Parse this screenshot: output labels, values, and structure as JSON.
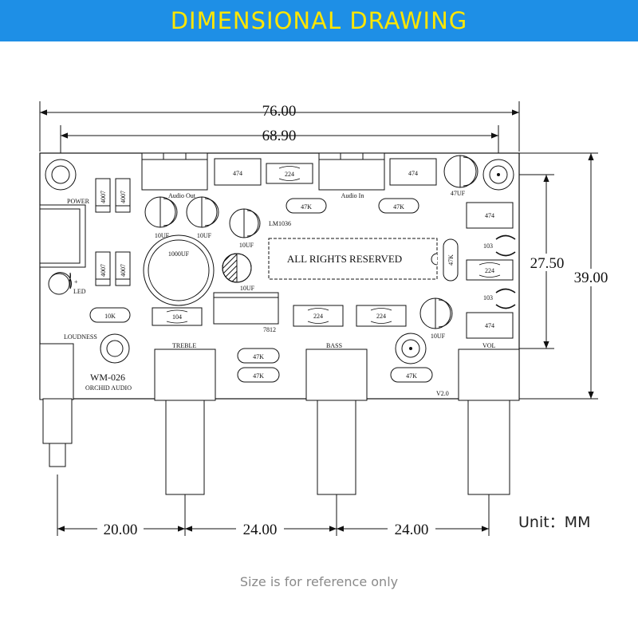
{
  "header": {
    "title": "DIMENSIONAL DRAWING",
    "background": "#1e8fe6",
    "title_color": "#ffe600"
  },
  "dimensions": {
    "overall_width": "76.00",
    "hole_spacing": "68.90",
    "vertical_hole_spacing": "27.50",
    "overall_height": "39.00",
    "pot_spacing_1": "20.00",
    "pot_spacing_2": "24.00",
    "pot_spacing_3": "24.00"
  },
  "board": {
    "power": "POWER",
    "led": "LED",
    "led_plus": "+",
    "audio_out": "Audio Out",
    "audio_in": "Audio In",
    "lm1036": "LM1036",
    "reserved": "ALL RIGHTS RESERVED",
    "loudness": "LOUDNESS",
    "treble": "TREBLE",
    "bass": "BASS",
    "vol": "VOL",
    "model": "WM-026",
    "brand": "ORCHID AUDIO",
    "version": "V2.0",
    "reg": "7812",
    "diode": "4007",
    "cap_474": "474",
    "cap_224": "224",
    "cap_104": "104",
    "cap_103": "103",
    "res_47k": "47K",
    "res_10k": "10K",
    "cap_10uf": "10UF",
    "cap_47uf": "47UF",
    "cap_1000uf": "1000UF"
  },
  "footer": {
    "unit": "Unit：MM",
    "note": "Size is for reference only"
  }
}
